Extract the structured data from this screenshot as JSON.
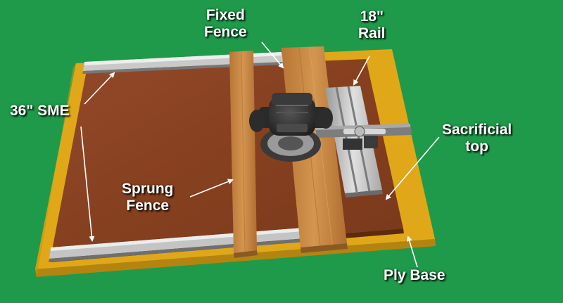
{
  "labels": {
    "sme": "36\" SME",
    "fixed_fence": [
      "Fixed",
      "Fence"
    ],
    "rail": [
      "18\"",
      "Rail"
    ],
    "sacrificial_top": [
      "Sacrificial",
      "top"
    ],
    "sprung_fence": [
      "Sprung",
      "Fence"
    ],
    "ply_base": "Ply Base"
  },
  "colors": {
    "background": "#1f9a4a",
    "ply_base": "#e0a818",
    "sacrificial_top": "#8a4422",
    "fence": "#c88a45",
    "rail": "#c4c4c4",
    "router": "#3a3a3a",
    "label": "#ffffff"
  }
}
